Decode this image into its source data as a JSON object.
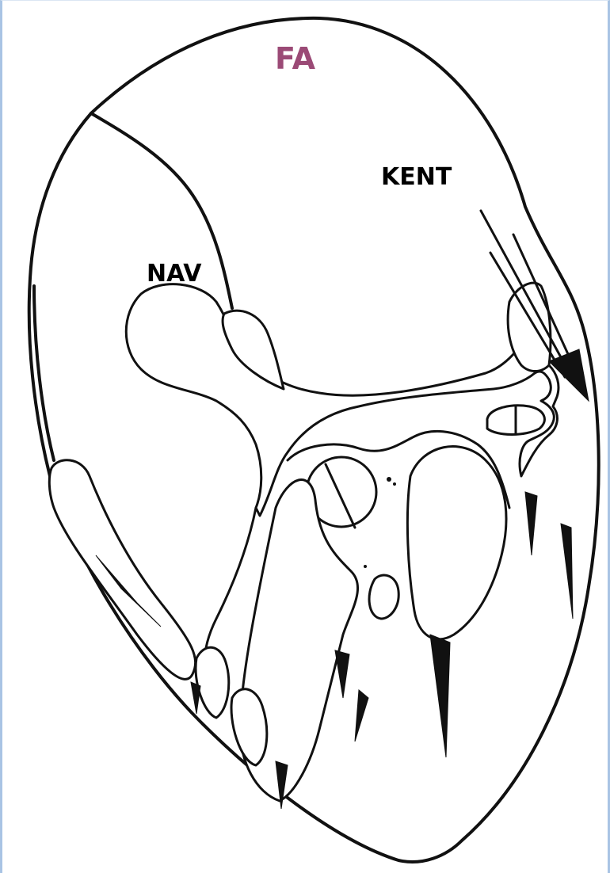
{
  "diagram": {
    "labels": {
      "fa": "FA",
      "kent": "KENT",
      "nav": "NAV"
    },
    "colors": {
      "fa_label": "#9b4a76",
      "line": "#111111",
      "frame_border": "#a9c4e4"
    },
    "arrow": {
      "direction": "down-right",
      "icon": "pathway-arrow-icon"
    }
  }
}
